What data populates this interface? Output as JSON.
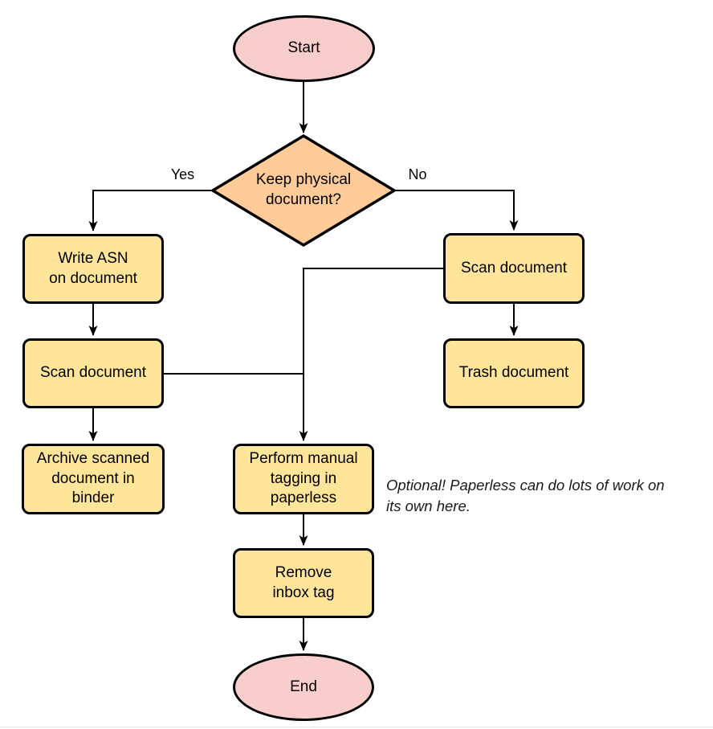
{
  "diagram": {
    "nodes": {
      "start": {
        "shape": "ellipse",
        "label": "Start"
      },
      "decision": {
        "shape": "diamond",
        "label": "Keep physical\ndocument?"
      },
      "write_asn": {
        "shape": "rect",
        "label": "Write ASN\non document"
      },
      "scan_left": {
        "shape": "rect",
        "label": "Scan document"
      },
      "archive": {
        "shape": "rect",
        "label": "Archive scanned\ndocument in\nbinder"
      },
      "scan_right": {
        "shape": "rect",
        "label": "Scan document"
      },
      "trash": {
        "shape": "rect",
        "label": "Trash document"
      },
      "perform_tagging": {
        "shape": "rect",
        "label": "Perform manual\ntagging in\npaperless"
      },
      "remove_inbox": {
        "shape": "rect",
        "label": "Remove\ninbox tag"
      },
      "end": {
        "shape": "ellipse",
        "label": "End"
      }
    },
    "edge_labels": {
      "yes": "Yes",
      "no": "No"
    },
    "edges": [
      {
        "from": "start",
        "to": "decision",
        "label": ""
      },
      {
        "from": "decision",
        "to": "write_asn",
        "label": "Yes"
      },
      {
        "from": "decision",
        "to": "scan_right",
        "label": "No"
      },
      {
        "from": "write_asn",
        "to": "scan_left",
        "label": ""
      },
      {
        "from": "scan_left",
        "to": "archive",
        "label": ""
      },
      {
        "from": "scan_left",
        "to": "perform_tagging",
        "label": ""
      },
      {
        "from": "scan_right",
        "to": "perform_tagging",
        "label": ""
      },
      {
        "from": "scan_right",
        "to": "trash",
        "label": ""
      },
      {
        "from": "perform_tagging",
        "to": "remove_inbox",
        "label": ""
      },
      {
        "from": "remove_inbox",
        "to": "end",
        "label": ""
      }
    ],
    "note": "Optional! Paperless can do lots of work on\nits own here.",
    "colors": {
      "terminal_fill": "#F8CECC",
      "decision_fill": "#FFCC99",
      "process_fill": "#FFE599",
      "stroke": "#000000",
      "text": "#000000"
    }
  }
}
